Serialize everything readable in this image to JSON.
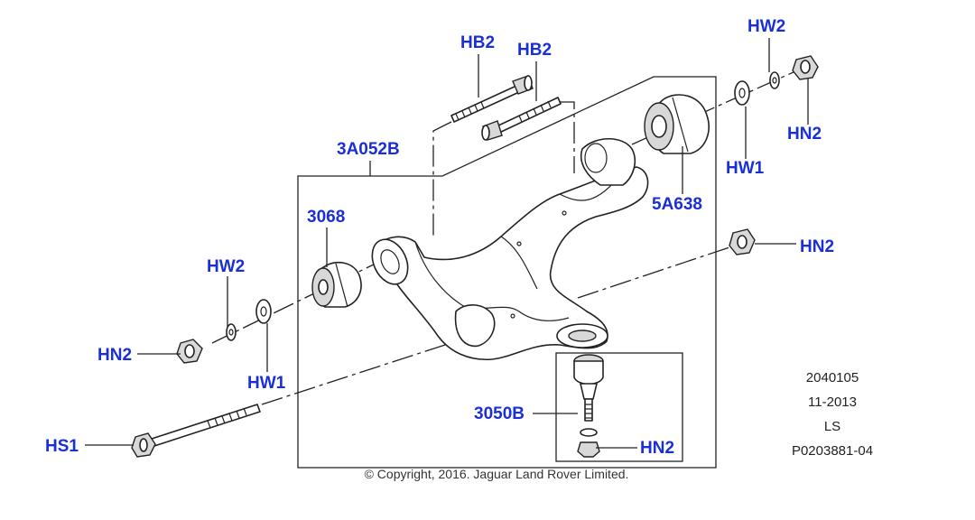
{
  "theme": {
    "label_color": "#1a2fd6",
    "line_color": "#222222"
  },
  "callouts": {
    "hb2_a": "HB2",
    "hb2_b": "HB2",
    "hw2_top": "HW2",
    "hn2_top": "HN2",
    "label_3a052b": "3A052B",
    "hw1_top": "HW1",
    "label_5a638": "5A638",
    "label_3068": "3068",
    "hn2_right": "HN2",
    "hw2_left": "HW2",
    "hn2_left": "HN2",
    "hw1_left": "HW1",
    "hs1": "HS1",
    "label_3050b": "3050B",
    "hn2_bottom": "HN2"
  },
  "meta": {
    "code": "2040105",
    "date": "11-2013",
    "ls": "LS",
    "ref": "P0203881-04"
  },
  "copyright": "© Copyright, 2016. Jaguar Land Rover Limited."
}
